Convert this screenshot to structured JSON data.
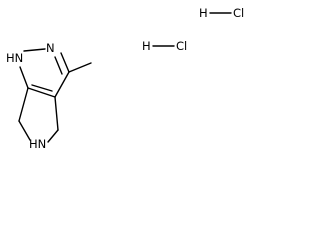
{
  "molecule": {
    "atoms": {
      "nh_pyrazole": "HN",
      "n_pyrazole": "N",
      "nh_pyrroline": "HN"
    },
    "salt": [
      {
        "h": "H",
        "cl": "Cl"
      },
      {
        "h": "H",
        "cl": "Cl"
      }
    ]
  }
}
